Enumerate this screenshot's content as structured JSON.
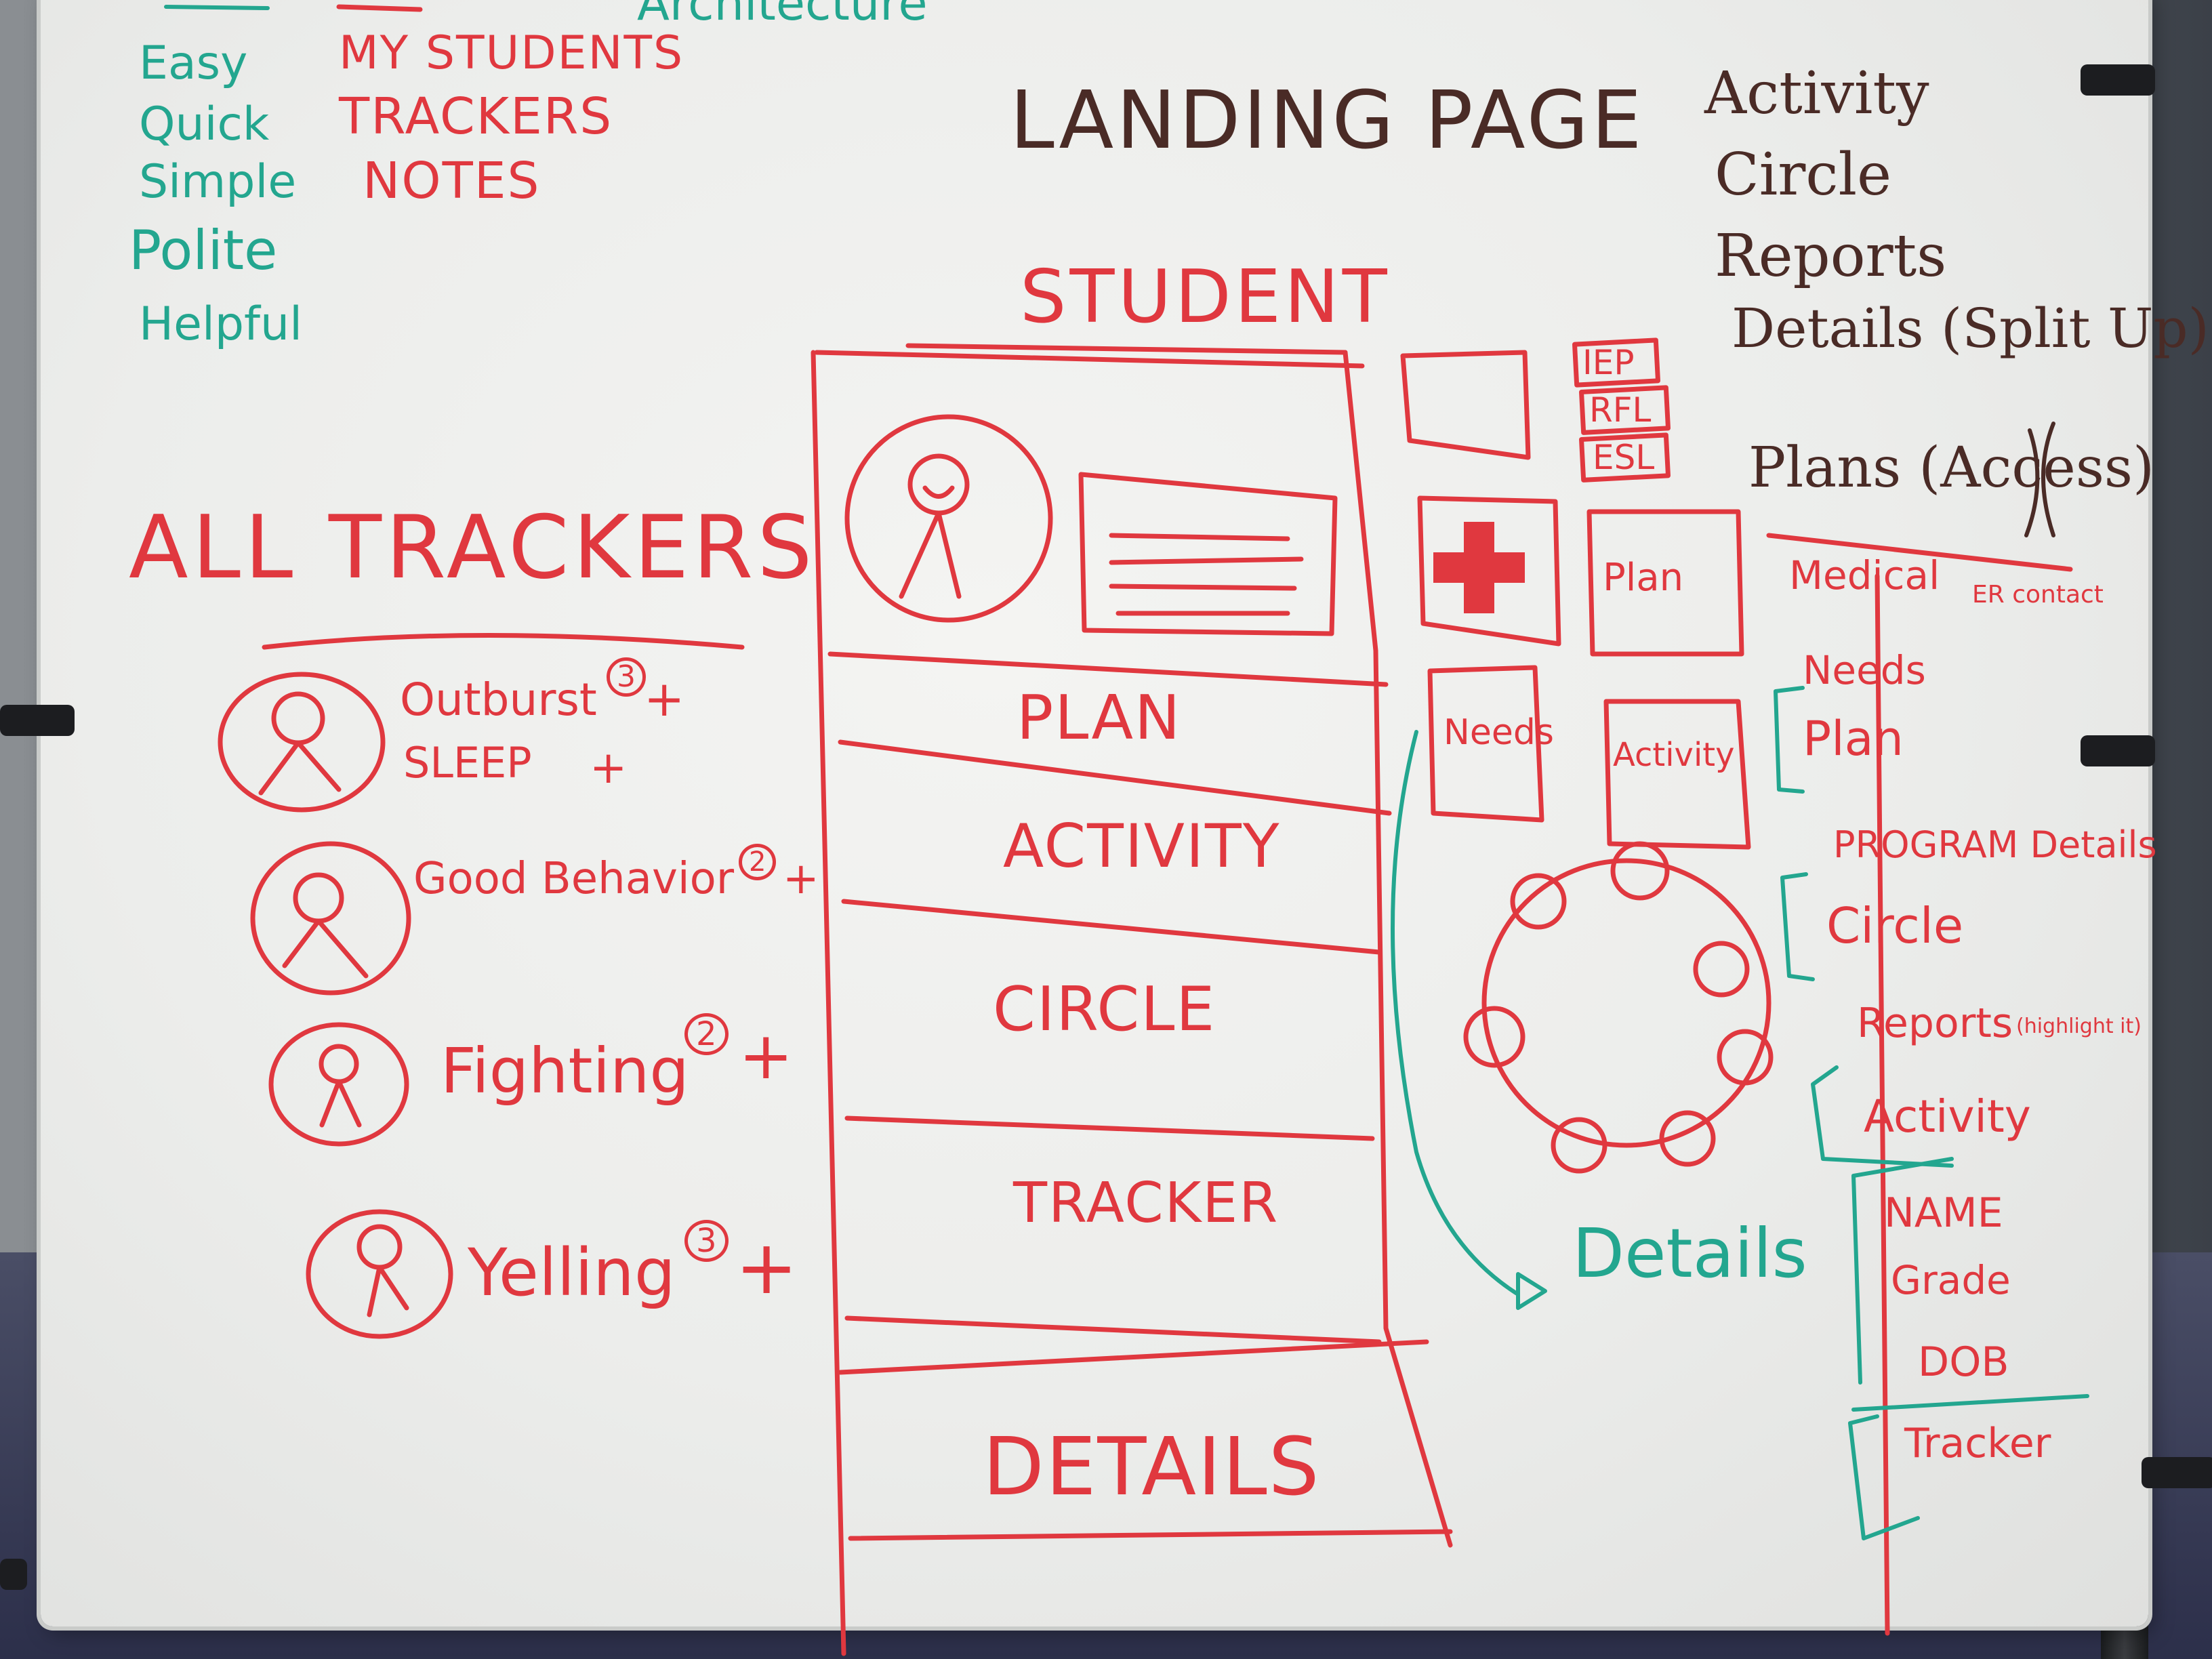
{
  "qualities": [
    "Easy",
    "Quick",
    "Simple",
    "Polite",
    "Helpful"
  ],
  "nav_items": [
    "MY STUDENTS",
    "TRACKERS",
    "NOTES"
  ],
  "top_partial": "Architecture",
  "landing_title": "LANDING PAGE",
  "top_right_list": [
    "Activity",
    "Circle",
    "Reports",
    "Details (Split Up)"
  ],
  "student_heading": "STUDENT",
  "student_sections": [
    "PLAN",
    "ACTIVITY",
    "CIRCLE",
    "TRACKER",
    "DETAILS"
  ],
  "all_trackers_title": "ALL TRACKERS",
  "trackers": [
    {
      "label": "Outburst",
      "count": "3",
      "plus": "+"
    },
    {
      "label": "SLEEP",
      "count": "",
      "plus": "+"
    },
    {
      "label": "Good Behavior",
      "count": "2",
      "plus": "+"
    },
    {
      "label": "Fighting",
      "count": "2",
      "plus": "+"
    },
    {
      "label": "Yelling",
      "count": "3",
      "plus": "+"
    }
  ],
  "badges": [
    "IEP",
    "RFL",
    "ESL"
  ],
  "tiles": {
    "plan": "Plan",
    "needs": "Needs",
    "activity": "Activity"
  },
  "details_arrow_label": "Details",
  "plans_heading": "Plans (Access)",
  "plans_list": [
    "Medical",
    "ER contact",
    "Needs",
    "Plan",
    "PROGRAM Details",
    "Circle",
    "Reports",
    "(highlight it)",
    "Activity",
    "NAME",
    "Grade",
    "DOB",
    "Tracker"
  ],
  "colors": {
    "red_marker": "#e0383f",
    "teal_marker": "#23a68f",
    "brown_marker": "#4a2b26",
    "board": "#efefed"
  }
}
